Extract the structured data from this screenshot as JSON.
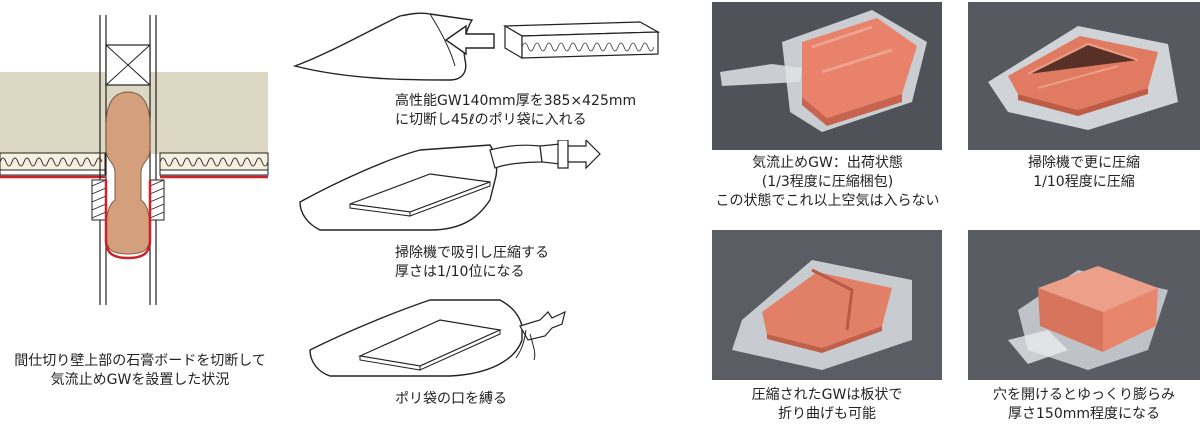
{
  "section_wall": {
    "caption_lines": [
      "間仕切り壁上部の石膏ボードを切断して",
      "気流止めGWを設置した状況"
    ]
  },
  "steps": [
    {
      "lines": [
        "高性能GW140mm厚を385×425mm",
        "に切断し45ℓのポリ袋に入れる"
      ]
    },
    {
      "lines": [
        "掃除機で吸引し圧縮する",
        "厚さは1/10位になる"
      ]
    },
    {
      "lines": [
        "ポリ袋の口を縛る"
      ]
    }
  ],
  "photos": [
    {
      "lines": [
        "気流止めGW：出荷状態",
        "(1/3程度に圧縮梱包)",
        "この状態でこれ以上空気は入らない"
      ]
    },
    {
      "lines": [
        "掃除機で更に圧縮",
        "1/10程度に圧縮"
      ]
    },
    {
      "lines": [
        "圧縮されたGWは板状で",
        "折り曲げも可能"
      ]
    },
    {
      "lines": [
        "穴を開けるとゆっくり膨らみ",
        "厚さ150mm程度になる"
      ]
    }
  ],
  "colors": {
    "ceiling_fill": "#dcd8c4",
    "gw_fill": "#d49f7c",
    "red_line": "#d0202a",
    "photo_bg": "#55585f",
    "gw_pink": "#e8826a"
  }
}
